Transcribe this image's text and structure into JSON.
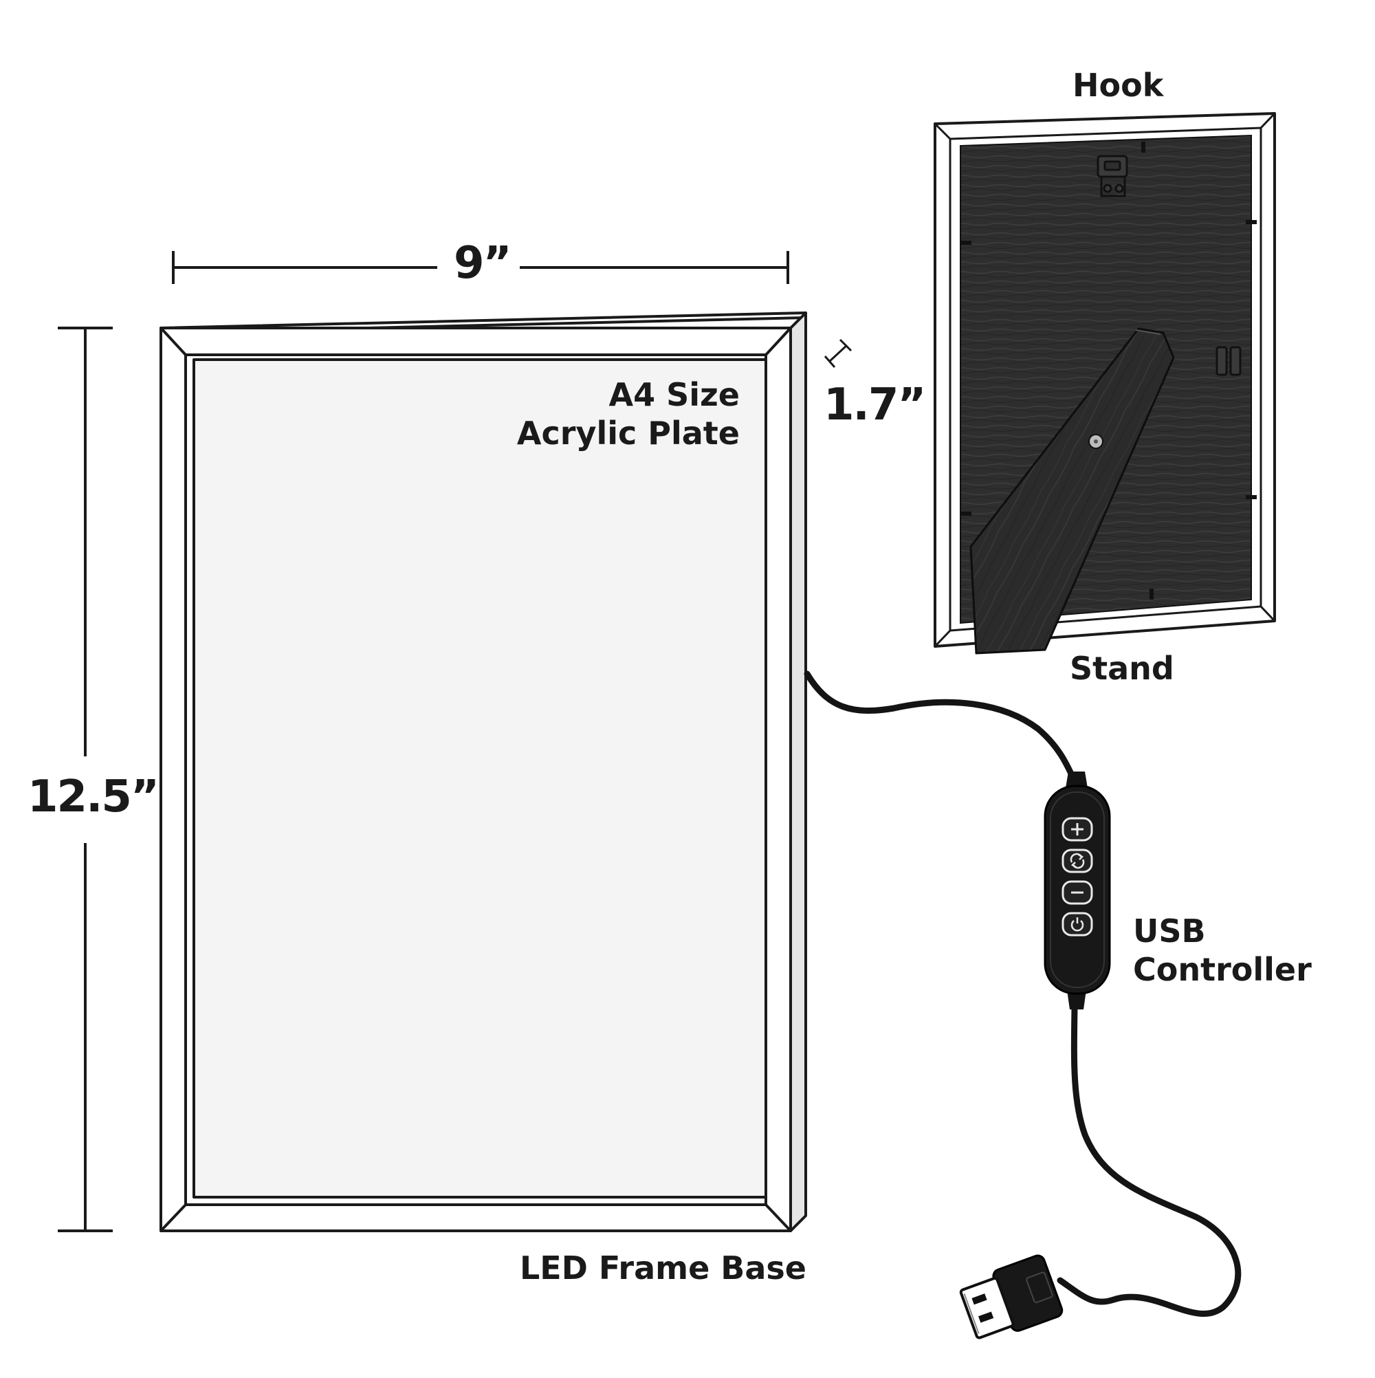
{
  "dimensions": {
    "width": "9”",
    "height": "12.5”",
    "depth": "1.7”"
  },
  "labels": {
    "acrylic_plate_line1": "A4 Size",
    "acrylic_plate_line2": "Acrylic Plate",
    "hook": "Hook",
    "stand": "Stand",
    "usb_controller_line1": "USB",
    "usb_controller_line2": "Controller",
    "led_frame_base": "LED Frame Base"
  },
  "controller_buttons": [
    "plus-icon",
    "mode-cycle-icon",
    "minus-icon",
    "power-icon"
  ],
  "colors": {
    "line": "#1a1a1a",
    "plate": "#f4f4f4",
    "frame": "#ffffff",
    "wood": "#2e2e2e",
    "controller": "#181818"
  }
}
